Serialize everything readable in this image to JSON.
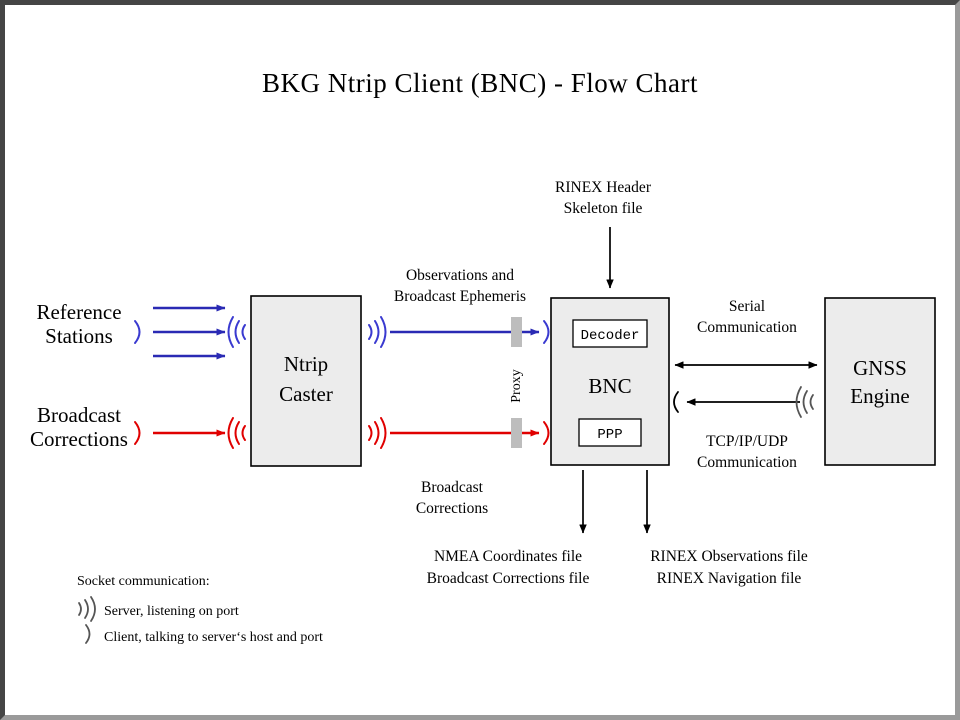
{
  "title": "BKG Ntrip Client (BNC)  -  Flow Chart",
  "nodes": {
    "caster": {
      "line1": "Ntrip",
      "line2": "Caster"
    },
    "bnc": {
      "label": "BNC",
      "decoder": "Decoder",
      "ppp": "PPP"
    },
    "gnss": {
      "line1": "GNSS",
      "line2": "Engine"
    }
  },
  "sources": {
    "reference_stations": {
      "line1": "Reference",
      "line2": "Stations"
    },
    "broadcast_corrections": {
      "line1": "Broadcast",
      "line2": "Corrections"
    }
  },
  "edges": {
    "observations": {
      "line1": "Observations and",
      "line2": "Broadcast Ephemeris"
    },
    "corrections": {
      "line1": "Broadcast",
      "line2": "Corrections"
    },
    "skeleton": {
      "line1": "RINEX Header",
      "line2": "Skeleton file"
    },
    "serial": {
      "line1": "Serial",
      "line2": "Communication"
    },
    "tcpip": {
      "line1": "TCP/IP/UDP",
      "line2": "Communication"
    },
    "proxy": {
      "label": "Proxy"
    }
  },
  "outputs": {
    "left": {
      "line1": "NMEA Coordinates file",
      "line2": "Broadcast Corrections file"
    },
    "right": {
      "line1": "RINEX Observations file",
      "line2": "RINEX Navigation file"
    }
  },
  "legend": {
    "heading": "Socket communication:",
    "server": "Server, listening  on port",
    "client": "Client, talking to server‘s host and port"
  },
  "colors": {
    "blue": "#2a2ab4",
    "red": "#e00000",
    "box_fill": "#ececec",
    "proxy_gray": "#bdbdbd",
    "frame_dark": "#454545",
    "frame_light": "#9a9a9a"
  }
}
